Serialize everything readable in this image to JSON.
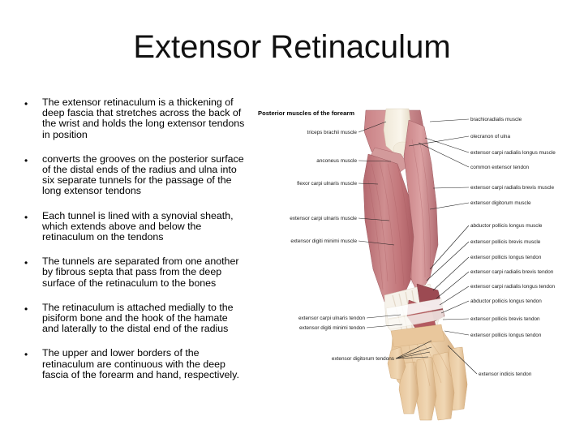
{
  "slide": {
    "title": "Extensor Retinaculum",
    "bullet_marker": "•"
  },
  "bullets": [
    {
      "text": "The extensor retinaculum is a thickening of deep fascia that stretches across the back of the wrist and holds the long extensor tendons in position"
    },
    {
      "text": "converts the grooves on the posterior surface of the distal ends of the radius and ulna into six separate tunnels for the passage of the long extensor tendons"
    },
    {
      "text": "Each tunnel is lined with a synovial sheath, which extends above and below the retinaculum on the tendons"
    },
    {
      "text": "The tunnels are separated from one another by fibrous septa that pass from the deep surface of the retinaculum to the bones"
    },
    {
      "text": "The retinaculum is attached medially to the pisiform bone and the hook of the hamate and laterally to the distal end of the radius"
    },
    {
      "text": "The upper and lower borders of the retinaculum are continuous with the deep fascia of the forearm and hand, respectively."
    }
  ],
  "figure": {
    "caption": "Posterior muscles of the forearm",
    "left_labels": [
      {
        "text": "triceps brachii muscle"
      },
      {
        "text": "anconeus muscle"
      },
      {
        "text": "flexor carpi ulnaris muscle"
      },
      {
        "text": "extensor carpi ulnaris muscle"
      },
      {
        "text": "extensor digiti minimi muscle"
      },
      {
        "text": "extensor carpi ulnaris tendon"
      },
      {
        "text": "extensor digiti minimi tendon"
      },
      {
        "text": "extensor digitorum tendons"
      }
    ],
    "right_labels": [
      {
        "text": "brachioradialis muscle"
      },
      {
        "text": "olecranon of ulna"
      },
      {
        "text": "extensor carpi radialis longus muscle"
      },
      {
        "text": "common extensor tendon"
      },
      {
        "text": "extensor carpi radialis brevis muscle"
      },
      {
        "text": "extensor digitorum muscle"
      },
      {
        "text": "abductor pollicis longus muscle"
      },
      {
        "text": "extensor pollicis brevis muscle"
      },
      {
        "text": "extensor pollicis longus tendon"
      },
      {
        "text": "extensor carpi radialis brevis tendon"
      },
      {
        "text": "extensor carpi radialis longus tendon"
      },
      {
        "text": "abductor pollicis longus tendon"
      },
      {
        "text": "extensor pollicis brevis tendon"
      },
      {
        "text": "extensor pollicis longus tendon"
      },
      {
        "text": "extensor indicis tendon"
      }
    ],
    "colors": {
      "muscle": "#c2767a",
      "muscle_dark": "#a85a60",
      "muscle_light": "#d99a9c",
      "tendon": "#f2efe9",
      "skin": "#e8c69a",
      "skin_shade": "#d8b184",
      "bone": "#efe7d6",
      "background": "#ffffff",
      "label_text": "#1a1a1a",
      "leader_line": "#222222"
    }
  }
}
